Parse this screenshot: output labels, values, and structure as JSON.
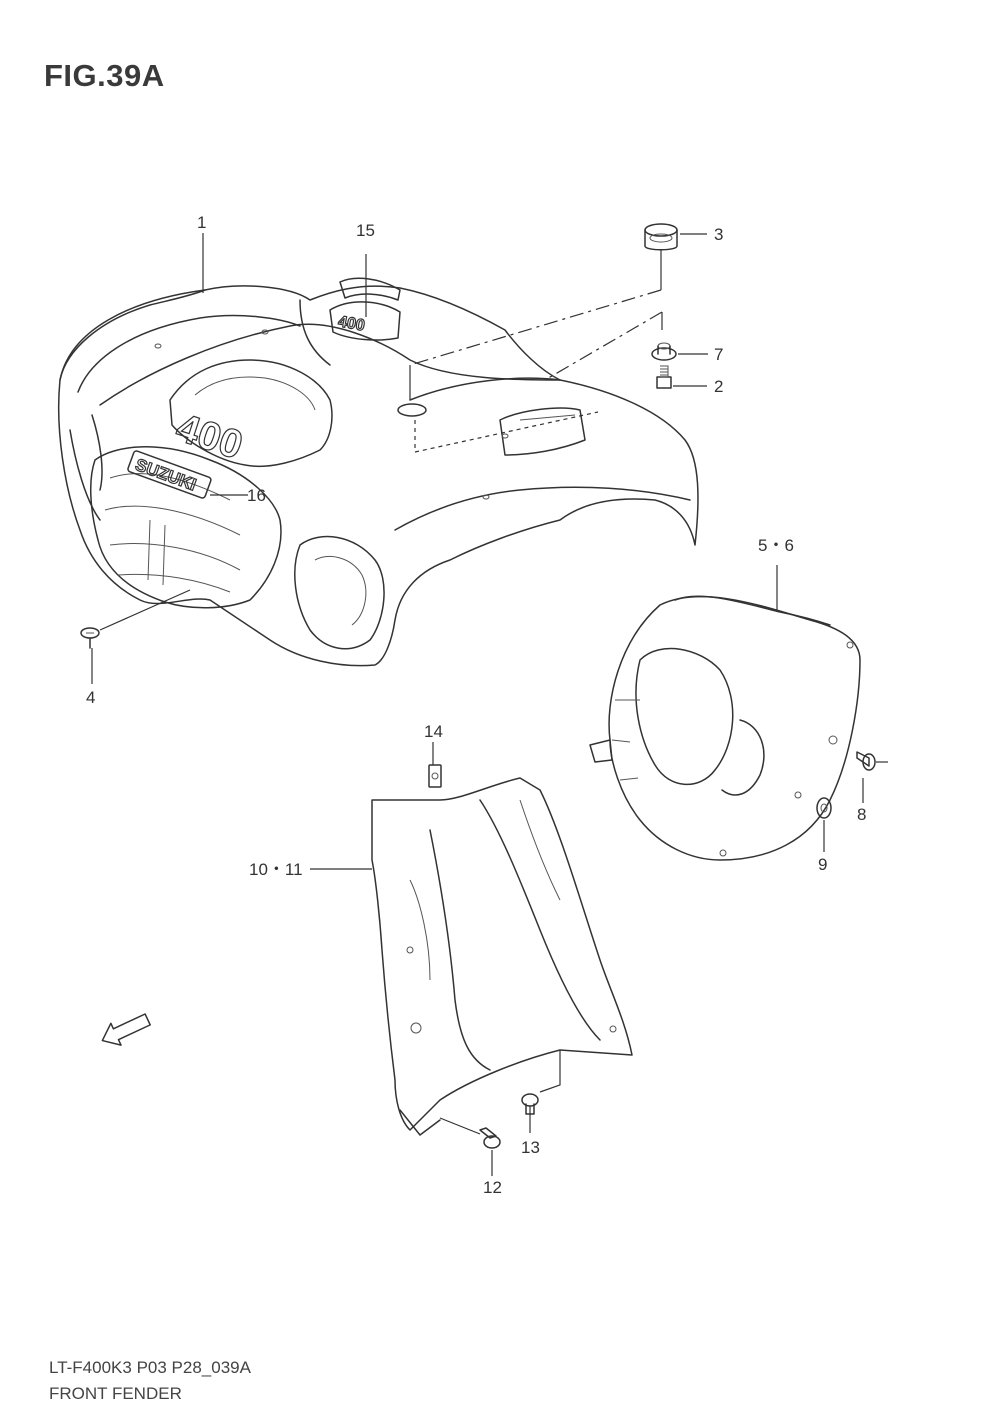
{
  "figure": {
    "title": "FIG.39A"
  },
  "footer": {
    "model_code": "LT-F400K3 P03 P28_039A",
    "section_name": "FRONT FENDER"
  },
  "emblems": {
    "brand": "SUZUKI",
    "model_number": "400",
    "direction": "FWD"
  },
  "callouts": {
    "c1": "1",
    "c2": "2",
    "c3": "3",
    "c4": "4",
    "c56": "5・6",
    "c7": "7",
    "c8": "8",
    "c9": "9",
    "c1011": "10・11",
    "c12": "12",
    "c13": "13",
    "c14": "14",
    "c15": "15",
    "c16": "16"
  }
}
